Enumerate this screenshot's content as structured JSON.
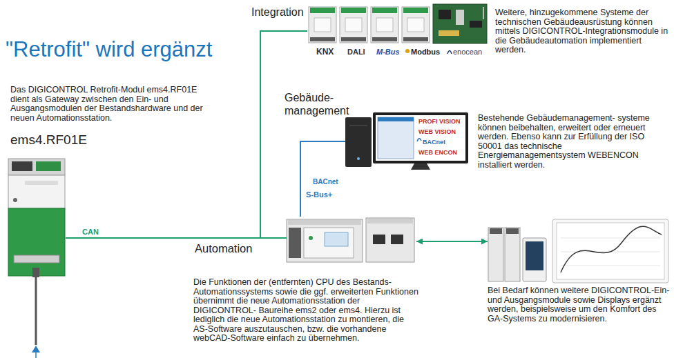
{
  "diagram": {
    "title": "\"Retrofit\" wird ergänzt",
    "nodes": [
      {
        "text": [
          "Das DIGICONTROL Retrofit-Modul ems4.RF01E dient als Gateway zwischen den Ein- und Ausgangsmodulen der Bestandshardware und der neuen Automationsstation.",
          "ems4.RF01E"
        ]
      },
      {
        "text": [
          "Integration",
          "KNX",
          "DALI",
          "M-Bus",
          "Modbus",
          "enocean",
          "Weitere, hinzugekommene Systeme der technischen Gebäudeausrüstung können mittels DIGICONTROL-Integrationsmodule in die Gebäudeautomation implementiert werden."
        ]
      },
      {
        "text": [
          "Gebäude- management",
          "PROFI VISION",
          "WEB VISION",
          "BACnet",
          "WEB ENCON",
          "Bestehende Gebäudemanagement- systeme können beibehalten, erweitert oder erneuert werden. Ebenso kann zur Erfüllung der ISO 50001 das technische Energiemanagementsystem WEBENCON installiert werden."
        ]
      },
      {
        "text": [
          "Automation",
          "Die Funktionen der (entfernten) CPU des Bestands-Automationssystems sowie die ggf. erweiterten Funktionen übernimmt die neue Automationsstation der DIGICONTROL- Baureihe ems2 oder ems4. Hierzu ist lediglich die neue Automationsstation zu montieren, die AS-Software auszutauschen, bzw. die vorhandene webCAD-Software einfach zu übernehmen."
        ]
      },
      {
        "text": [
          "Bei Bedarf können weitere DIGICONTROL-Ein- und Ausgangsmodule sowie Displays ergänzt werden, beispielsweise um den Komfort des GA-Systems zu modernisieren."
        ]
      }
    ],
    "edges": [
      {
        "from": 0,
        "to": 3,
        "label": "CAN",
        "arrow": "none"
      },
      {
        "from": 1,
        "to": 3,
        "arrow": "none"
      },
      {
        "from": 2,
        "to": 3,
        "label": "S-Bus+",
        "arrow": "none"
      },
      {
        "from": 3,
        "to": 4,
        "arrow": "both"
      }
    ],
    "labels": [
      "BACnet"
    ]
  }
}
